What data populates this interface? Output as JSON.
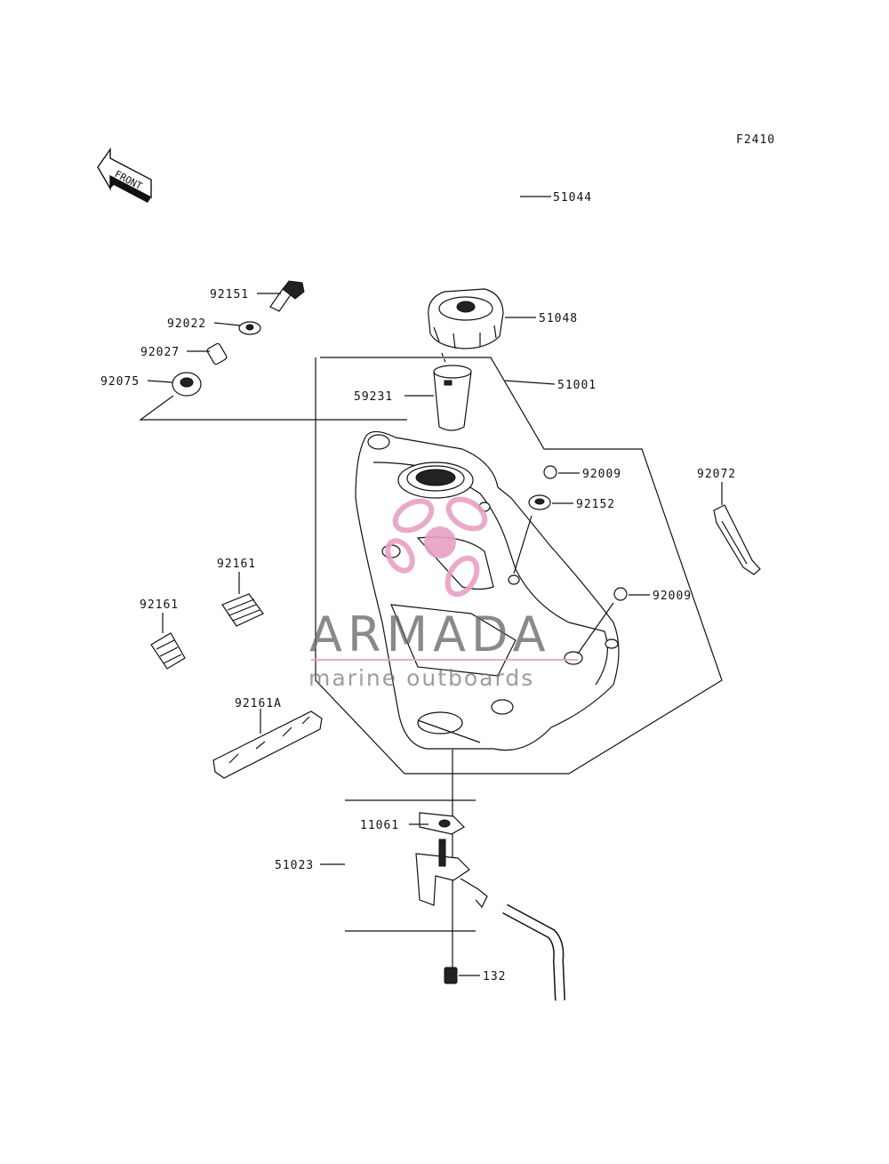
{
  "diagram": {
    "code": "F2410",
    "front_label": "FRONT",
    "parts": [
      {
        "id": "51044"
      },
      {
        "id": "51048"
      },
      {
        "id": "51001"
      },
      {
        "id": "59231"
      },
      {
        "id": "92151"
      },
      {
        "id": "92022"
      },
      {
        "id": "92027"
      },
      {
        "id": "92075"
      },
      {
        "id": "92009a",
        "label": "92009"
      },
      {
        "id": "92152"
      },
      {
        "id": "92072"
      },
      {
        "id": "92009b",
        "label": "92009"
      },
      {
        "id": "92161a",
        "label": "92161"
      },
      {
        "id": "92161b",
        "label": "92161"
      },
      {
        "id": "92161A"
      },
      {
        "id": "11061"
      },
      {
        "id": "51023"
      },
      {
        "id": "132"
      }
    ]
  },
  "watermark": {
    "brand": "ARMADA",
    "tagline": "marine outboards",
    "accent_color": "#e9a0c4",
    "text_color": "#666666"
  }
}
